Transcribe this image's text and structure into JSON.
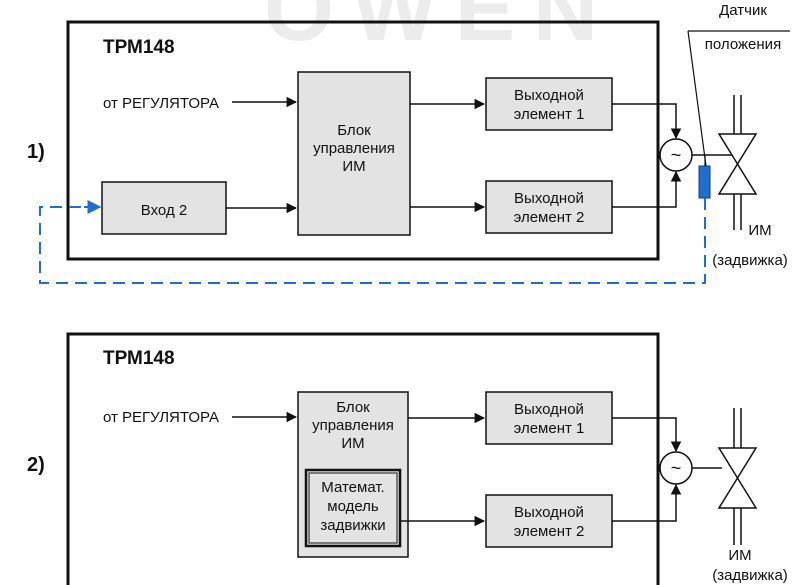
{
  "watermark": "OWEN",
  "sensor_label": [
    "Датчик",
    "положения"
  ],
  "diagram1": {
    "number": "1)",
    "device": "ТРМ148",
    "input_label": "от РЕГУЛЯТОРА",
    "input2": "Вход 2",
    "control_block": [
      "Блок",
      "управления",
      "ИМ"
    ],
    "output1": [
      "Выходной",
      "элемент 1"
    ],
    "output2": [
      "Выходной",
      "элемент 2"
    ],
    "actuator": [
      "ИМ",
      "(задвижка)"
    ],
    "summing_symbol": "~"
  },
  "diagram2": {
    "number": "2)",
    "device": "ТРМ148",
    "input_label": "от РЕГУЛЯТОРА",
    "control_block": [
      "Блок",
      "управления",
      "ИМ"
    ],
    "model_block": [
      "Математ.",
      "модель",
      "задвижки"
    ],
    "output1": [
      "Выходной",
      "элемент 1"
    ],
    "output2": [
      "Выходной",
      "элемент 2"
    ],
    "actuator": [
      "ИМ",
      "(задвижка)"
    ],
    "summing_symbol": "~"
  },
  "colors": {
    "box_fill": "#e3e3e3",
    "line": "#111111",
    "feedback": "#1f6fd0",
    "watermark": "#ececec"
  }
}
